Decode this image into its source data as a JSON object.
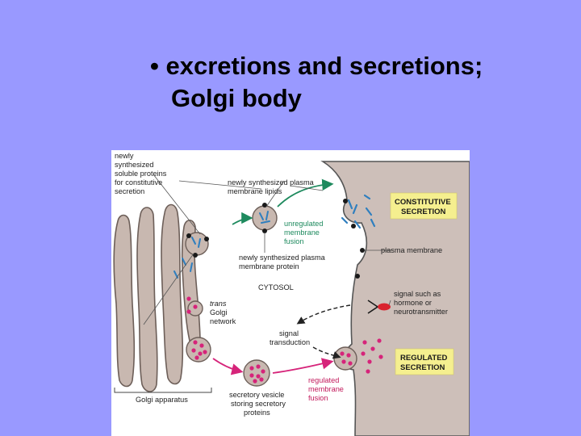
{
  "title": {
    "bullet": "•",
    "line1": "excretions and secretions;",
    "line2": "Golgi body"
  },
  "diagram": {
    "labels": {
      "newly_synth_soluble": [
        "newly",
        "synthesized",
        "soluble proteins",
        "for constitutive",
        "secretion"
      ],
      "newly_synth_lipids": [
        "newly synthesized plasma",
        "membrane lipids"
      ],
      "unregulated_fusion": [
        "unregulated",
        "membrane",
        "fusion"
      ],
      "newly_synth_membrane_protein": [
        "newly synthesized plasma",
        "membrane protein"
      ],
      "cytosol": "CYTOSOL",
      "trans_golgi": [
        "trans",
        "Golgi",
        "network"
      ],
      "signal_transduction": [
        "signal",
        "transduction"
      ],
      "secretory_vesicle": [
        "secretory vesicle",
        "storing secretory",
        "proteins"
      ],
      "regulated_fusion": [
        "regulated",
        "membrane",
        "fusion"
      ],
      "golgi_apparatus": "Golgi apparatus",
      "plasma_membrane": "plasma membrane",
      "signal_hormone": [
        "signal such as",
        "hormone or",
        "neurotransmitter"
      ],
      "constitutive_box": [
        "CONSTITUTIVE",
        "SECRETION"
      ],
      "regulated_box": [
        "REGULATED",
        "SECRETION"
      ]
    },
    "colors": {
      "background": "#9999ff",
      "figure_bg": "#ffffff",
      "extracellular": "#cdbfb9",
      "golgi_fill": "#c8b8b0",
      "golgi_stroke": "#6d5f59",
      "label_box": "#f5ef8f",
      "protein_blue": "#2f7fbf",
      "granule_magenta": "#d6247a",
      "arrow_green": "#1e8a5e",
      "arrow_pink": "#d6247a",
      "hormone_red": "#d9232e"
    }
  }
}
